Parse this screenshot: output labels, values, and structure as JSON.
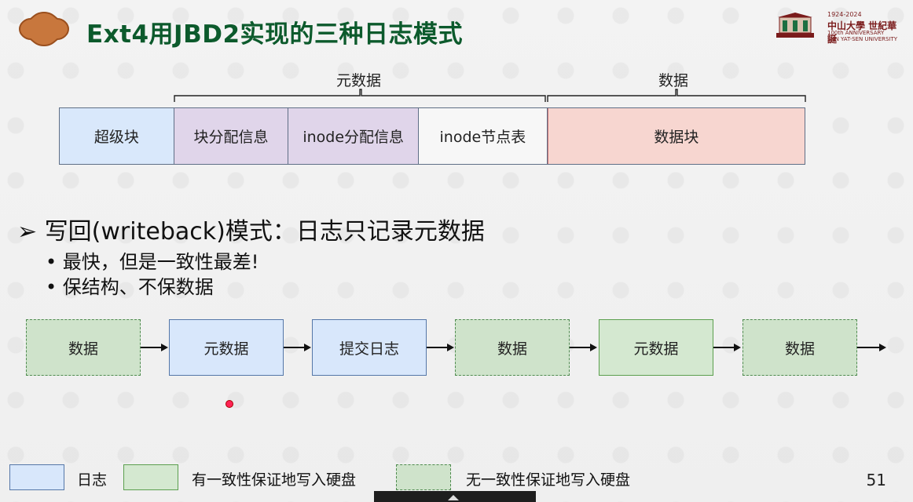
{
  "title": "Ext4用JBD2实现的三种日志模式",
  "university": {
    "years": "1924-2024",
    "name_cn": "中山大學 世紀華誕",
    "anniversary": "100th ANNIVERSARY",
    "name_en": "SUN YAT-SEN UNIVERSITY"
  },
  "braces": {
    "metadata_label": "元数据",
    "data_label": "数据"
  },
  "layout_segments": [
    "超级块",
    "块分配信息",
    "inode分配信息",
    "inode节点表",
    "数据块"
  ],
  "bullets": {
    "main": "写回(writeback)模式：日志只记录元数据",
    "sub": [
      "最快，但是一致性最差!",
      "保结构、不保数据"
    ]
  },
  "flow": [
    "数据",
    "元数据",
    "提交日志",
    "数据",
    "元数据",
    "数据"
  ],
  "legend": {
    "log": "日志",
    "consistent": "有一致性保证地写入硬盘",
    "inconsistent": "无一致性保证地写入硬盘"
  },
  "page_number": "51",
  "colors": {
    "title_green": "#0c5a2c",
    "log_blue": "#d8e7fb",
    "disk_green": "#d4e8d0",
    "data_red": "#f7d6d0",
    "alloc_purple": "#e0d5ea"
  }
}
